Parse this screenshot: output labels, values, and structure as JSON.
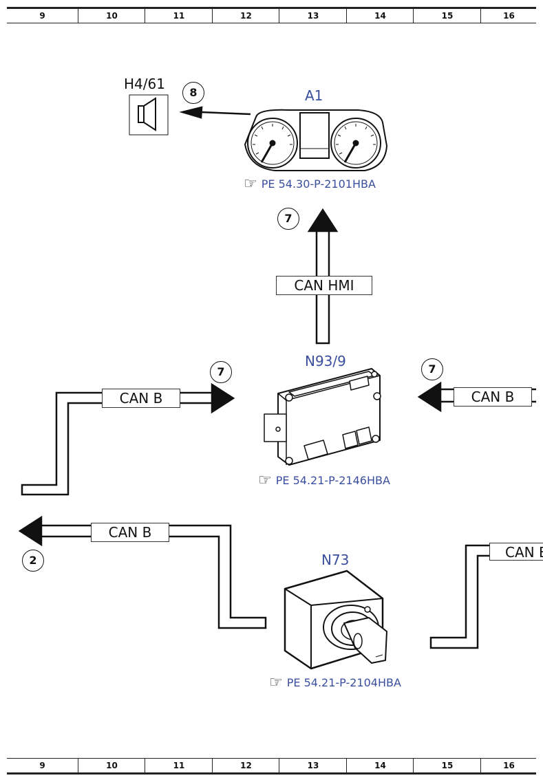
{
  "ruler": {
    "columns": [
      "9",
      "10",
      "11",
      "12",
      "13",
      "14",
      "15",
      "16"
    ]
  },
  "components": {
    "a1": {
      "label": "A1",
      "ref": "PE 54.30-P-2101HBA"
    },
    "h4_61": {
      "label": "H4/61"
    },
    "n93_9": {
      "label": "N93/9",
      "ref": "PE 54.21-P-2146HBA"
    },
    "n73": {
      "label": "N73",
      "ref": "PE 54.21-P-2104HBA"
    }
  },
  "buses": {
    "can_hmi": "CAN HMI",
    "can_b_left": "CAN B",
    "can_b_right": "CAN B",
    "can_b_lower": "CAN B",
    "can_b_far_right": "CAN B"
  },
  "connectors": {
    "c8": "8",
    "c7_top": "7",
    "c7_left": "7",
    "c7_right": "7",
    "c2": "2"
  },
  "icons": {
    "reference": "pointing-hand-icon",
    "speaker": "speaker-icon"
  },
  "colors": {
    "label_blue": "#3a4e9e",
    "line": "#111111"
  }
}
